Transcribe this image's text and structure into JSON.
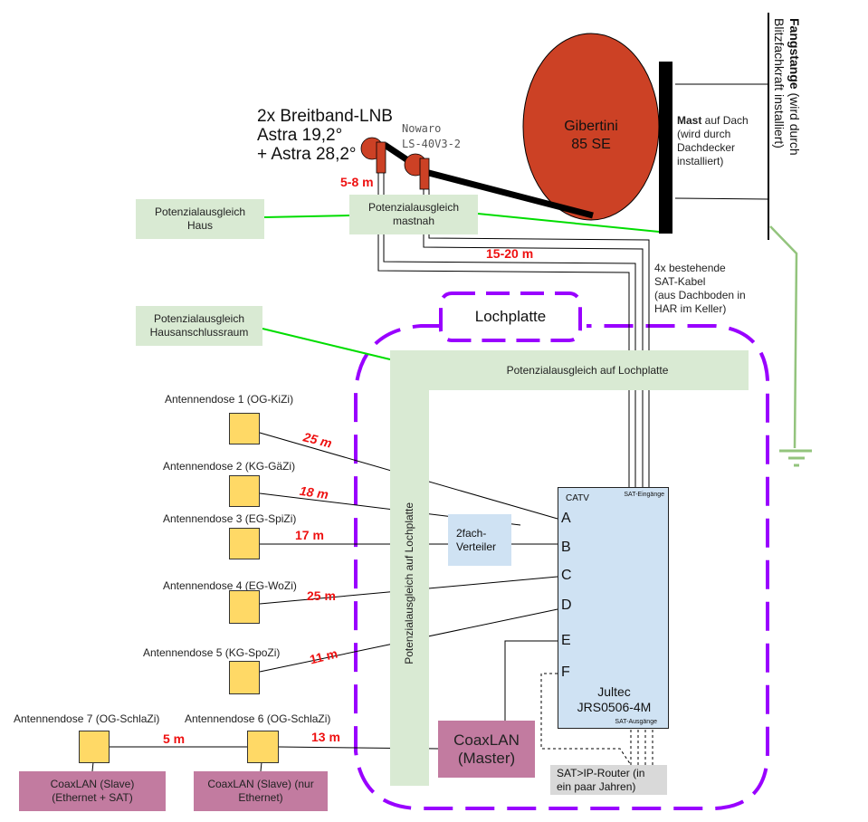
{
  "title": "SAT-Verteilung Hausinstallation",
  "lnb": {
    "heading_line1": "2x Breitband-LNB",
    "heading_line2": "Astra 19,2°",
    "heading_line3": "+ Astra 28,2°",
    "model_line1": "Nowaro",
    "model_line2": "LS-40V3-2",
    "distance": "5-8 m"
  },
  "dish": {
    "line1": "Gibertini",
    "line2": "85 SE",
    "color": "#cc4125"
  },
  "mast": {
    "bold": "Mast",
    "rest": " auf Dach",
    "line2": "(wird durch",
    "line3": "Dachdecker",
    "line4": "installiert)"
  },
  "fangstange": {
    "bold": "Fangstange",
    "rest": " (wird durch",
    "line2": "Blitzfachkraft installiert)"
  },
  "potenzial": {
    "haus_line1": "Potenzialausgleich",
    "haus_line2": "Haus",
    "mast_line1": "Potenzialausgleich",
    "mast_line2": "mastnah",
    "har_line1": "Potenzialausgleich",
    "har_line2": "Hausanschlussraum",
    "lochplatte_h": "Potenzialausgleich auf Lochplatte",
    "lochplatte_v": "Potenzialausgleich auf Lochplatte"
  },
  "cable_run": {
    "distance": "15-20 m",
    "note_line1": "4x bestehende",
    "note_line2": "SAT-Kabel",
    "note_line3": "(aus Dachboden in",
    "note_line4": "HAR im Keller)"
  },
  "lochplatte": {
    "label": "Lochplatte",
    "border_color": "#9900ff"
  },
  "outlets": [
    {
      "label": "Antennendose 1 (OG-KiZi)",
      "distance": "25 m"
    },
    {
      "label": "Antennendose 2 (KG-GäZi)",
      "distance": "18 m"
    },
    {
      "label": "Antennendose 3 (EG-SpiZi)",
      "distance": "17 m"
    },
    {
      "label": "Antennendose 4 (EG-WoZi)",
      "distance": "25 m"
    },
    {
      "label": "Antennendose 5 (KG-SpoZi)",
      "distance": "11 m"
    },
    {
      "label": "Antennendose 6 (OG-SchlaZi)",
      "distance": "13 m"
    },
    {
      "label": "Antennendose 7 (OG-SchlaZi)",
      "distance": "5 m"
    }
  ],
  "splitter": {
    "line1": "2fach-",
    "line2": "Verteiler"
  },
  "multiswitch": {
    "catv": "CATV",
    "inputs": "SAT-Eingänge",
    "outputs": "SAT-Ausgänge",
    "ports": [
      "A",
      "B",
      "C",
      "D",
      "E",
      "F"
    ],
    "name_line1": "Jultec",
    "name_line2": "JRS0506-4M",
    "color": "#cfe2f3"
  },
  "coaxlan": {
    "master_line1": "CoaxLAN",
    "master_line2": "(Master)",
    "slave6_line1": "CoaxLAN (Slave) (nur",
    "slave6_line2": "Ethernet)",
    "slave7_line1": "CoaxLAN (Slave)",
    "slave7_line2": "(Ethernet + SAT)"
  },
  "satip": {
    "line1": "SAT>IP-Router (in",
    "line2": "ein paar Jahren)"
  }
}
